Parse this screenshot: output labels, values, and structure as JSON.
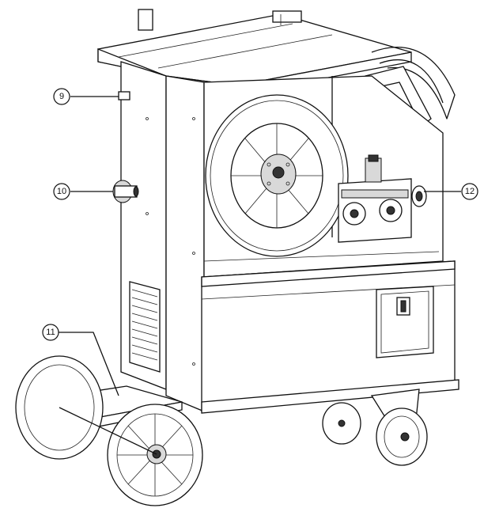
{
  "callouts": [
    {
      "id": "9",
      "label": "9"
    },
    {
      "id": "10",
      "label": "10"
    },
    {
      "id": "11",
      "label": "11"
    },
    {
      "id": "12",
      "label": "12"
    }
  ],
  "parts": [
    {
      "name": "top-frame"
    },
    {
      "name": "main-housing"
    },
    {
      "name": "wire-spool"
    },
    {
      "name": "wire-feeder"
    },
    {
      "name": "ventilation-grille"
    },
    {
      "name": "lower-door-latch"
    },
    {
      "name": "wheels"
    },
    {
      "name": "gas-cylinder-platform"
    }
  ]
}
